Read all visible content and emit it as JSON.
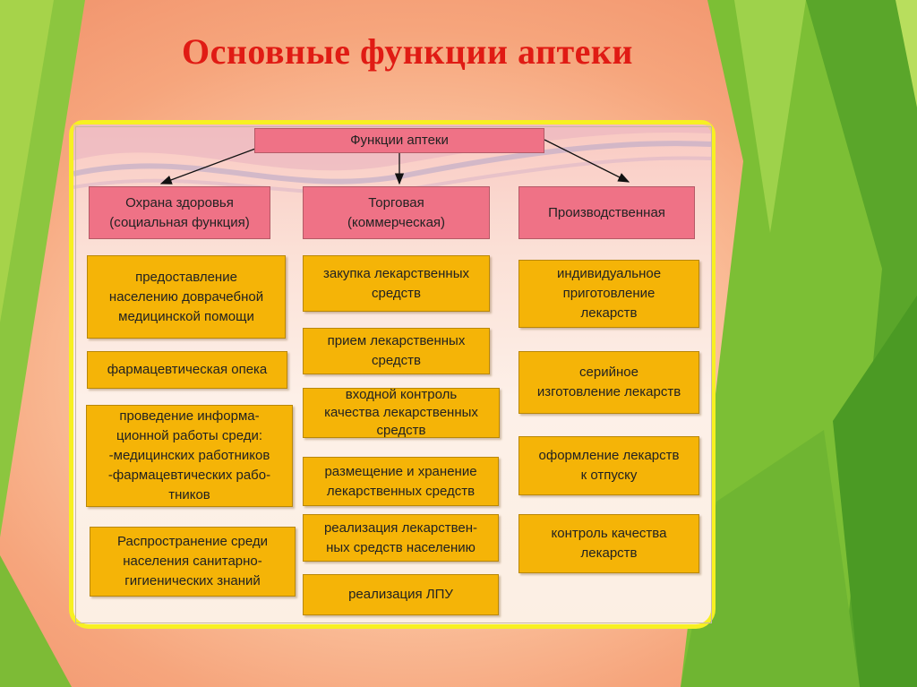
{
  "title": "Основные функции аптеки",
  "root": "Функции аптеки",
  "categories": [
    {
      "title_lines": [
        "Охрана здоровья",
        "(социальная функция)"
      ],
      "items": [
        [
          "предоставление",
          "населению доврачебной",
          "медицинской помощи"
        ],
        [
          "фармацевтическая опека"
        ],
        [
          "проведение информа-",
          "ционной работы среди:",
          "-медицинских работников",
          "-фармацевтических рабо-",
          "тников"
        ],
        [
          "Распространение среди",
          "населения санитарно-",
          "гигиенических знаний"
        ]
      ]
    },
    {
      "title_lines": [
        "Торговая",
        "(коммерческая)"
      ],
      "items": [
        [
          "закупка лекарственных",
          "средств"
        ],
        [
          "прием лекарственных",
          "средств"
        ],
        [
          "входной контроль",
          "качества лекарственных",
          "средств"
        ],
        [
          "размещение и хранение",
          "лекарственных средств"
        ],
        [
          "реализация лекарствен-",
          "ных средств населению"
        ],
        [
          "реализация ЛПУ"
        ]
      ]
    },
    {
      "title_lines": [
        "Производственная"
      ],
      "items": [
        [
          "индивидуальное",
          "приготовление",
          "лекарств"
        ],
        [
          "серийное",
          "изготовление лекарств"
        ],
        [
          "оформление лекарств",
          "к отпуску"
        ],
        [
          "контроль качества",
          "лекарств"
        ]
      ]
    }
  ]
}
